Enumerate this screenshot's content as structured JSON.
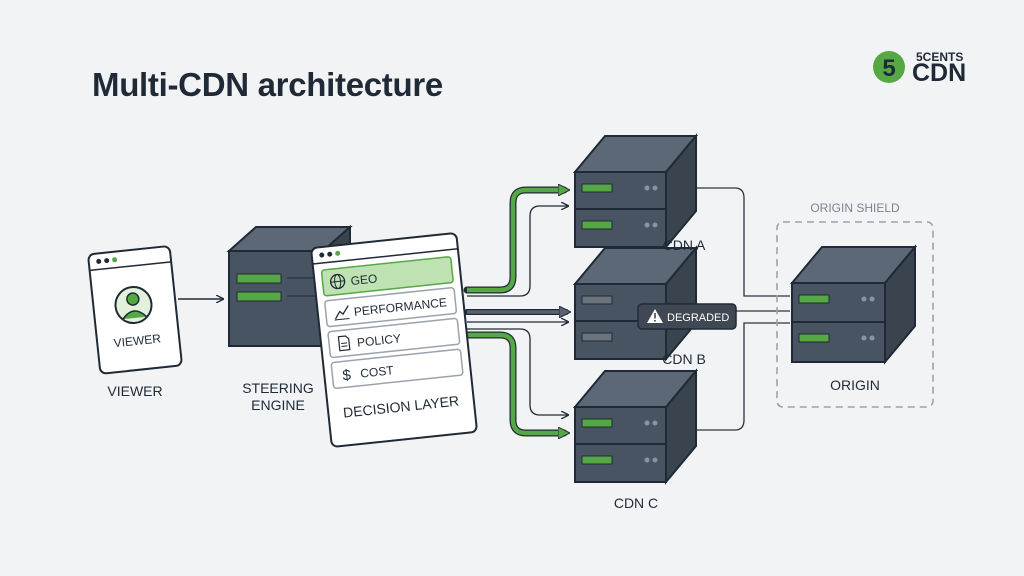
{
  "title": "Multi-CDN architecture",
  "logo": {
    "mark": "5",
    "top": "5CENTS",
    "bottom": "CDN"
  },
  "viewer": {
    "card_label": "VIEWER",
    "label": "VIEWER"
  },
  "steering": {
    "line1": "STEERING",
    "line2": "ENGINE"
  },
  "decision": {
    "label": "DECISION LAYER",
    "rows": [
      {
        "label": "GEO",
        "icon": "globe-icon"
      },
      {
        "label": "PERFORMANCE",
        "icon": "trend-icon"
      },
      {
        "label": "POLICY",
        "icon": "document-icon"
      },
      {
        "label": "COST",
        "icon": "dollar-icon"
      }
    ]
  },
  "cdns": [
    {
      "label": "CDN A"
    },
    {
      "label": "CDN B",
      "badge": "DEGRADED"
    },
    {
      "label": "CDN C"
    }
  ],
  "origin": {
    "shield_label": "ORIGIN SHIELD",
    "label": "ORIGIN"
  },
  "colors": {
    "accent": "#55a844",
    "dark": "#1f2a36",
    "server": "#485461",
    "server_top": "#5c6875",
    "degraded": "#3f4853"
  }
}
